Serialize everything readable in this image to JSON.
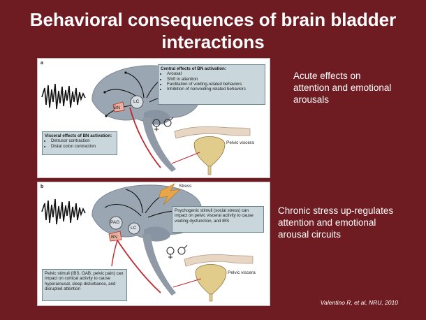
{
  "slide": {
    "title_line1": "Behavioral consequences of brain bladder",
    "title_line2": "interactions",
    "citation": "Valentino R, et al, NRU, 2010"
  },
  "panel_a": {
    "letter": "a",
    "central_title": "Central effects of BN activation:",
    "central_items": [
      "Arousal",
      "Shift in attention",
      "Facilitation of voiding-related behaviors",
      "Inhibition of nonvoiding-related behaviors"
    ],
    "visceral_title": "Visceral effects of BN activation:",
    "visceral_items": [
      "Detrusor contraction",
      "Distal colon contraction"
    ],
    "lc_label": "LC",
    "bn_label": "BN",
    "pelvic_label": "Pelvic viscera",
    "side_text_lines": [
      "Acute effects on",
      "attention and emotional",
      "arousals"
    ]
  },
  "panel_b": {
    "letter": "b",
    "stress_label": "Stress",
    "psych_text": "Psychogenic stimuli (social stress) can impact on pelvic visceral activity to cause voiding dysfunction, and IBS",
    "pelvic_text": "Pelvic stimuli (IBS, OAB, pelvic pain) can impact on cortical activity to cause hyperarousal, sleep disturbance, and disrupted attention",
    "pag_label": "PAG",
    "lc_label": "LC",
    "bn_label": "BN",
    "pelvic_label": "Pelvic viscera",
    "side_text_lines": [
      "Chronic stress up-regulates",
      "attention and emotional",
      "arousal circuits"
    ]
  },
  "colors": {
    "background": "#6e1c22",
    "brain": "#9aa6b2",
    "box": "#c9d6dc",
    "arrow": "#c0282d",
    "bladder": "#e2cc8c",
    "colon": "#e8d6c4"
  }
}
